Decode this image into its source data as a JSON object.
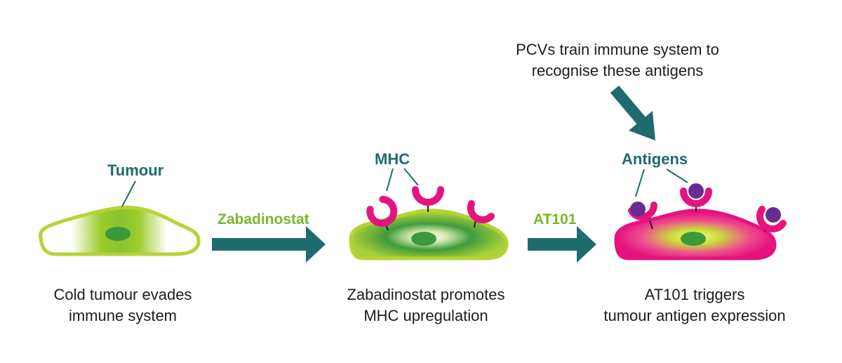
{
  "colors": {
    "teal": "#1f6b6e",
    "lime": "#b5d334",
    "dark_green": "#3a9a3c",
    "magenta": "#e5137f",
    "purple": "#6a2d8f",
    "label_green": "#76b82a"
  },
  "top_note": {
    "line1": "PCVs train immune system to",
    "line2": "recognise these antigens"
  },
  "stage1": {
    "label": "Tumour",
    "caption_line1": "Cold tumour evades",
    "caption_line2": "immune system"
  },
  "arrow1": {
    "label": "Zabadinostat"
  },
  "stage2": {
    "label": "MHC",
    "caption_line1": "Zabadinostat promotes",
    "caption_line2": "MHC upregulation"
  },
  "arrow2": {
    "label": "AT101"
  },
  "stage3": {
    "label": "Antigens",
    "caption_line1": "AT101 triggers",
    "caption_line2": "tumour antigen expression"
  }
}
